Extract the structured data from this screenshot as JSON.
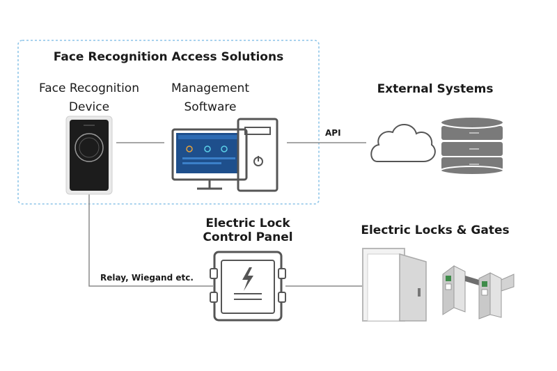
{
  "solution_box": {
    "title": "Face Recognition Access Solutions",
    "device_label_line1": "Face Recognition",
    "device_label_line2": "Device",
    "software_label_line1": "Management",
    "software_label_line2": "Software"
  },
  "external": {
    "title": "External Systems",
    "api_label": "API"
  },
  "control_panel": {
    "title_line1": "Electric Lock",
    "title_line2": "Control Panel",
    "relay_label": "Relay, Wiegand etc."
  },
  "locks": {
    "title": "Electric Locks & Gates"
  },
  "icons": [
    "face-recognition-device-icon",
    "computer-monitor-icon",
    "pc-tower-icon",
    "cloud-icon",
    "database-icon",
    "control-panel-icon",
    "lightning-icon",
    "door-icon",
    "turnstile-gate-icon"
  ],
  "colors": {
    "dashed_border": "#8cc4e8",
    "connector": "#8a8a8a",
    "icon_stroke": "#555555",
    "screen_blue": "#1e4f8c",
    "database_gray": "#7a7a7a"
  }
}
